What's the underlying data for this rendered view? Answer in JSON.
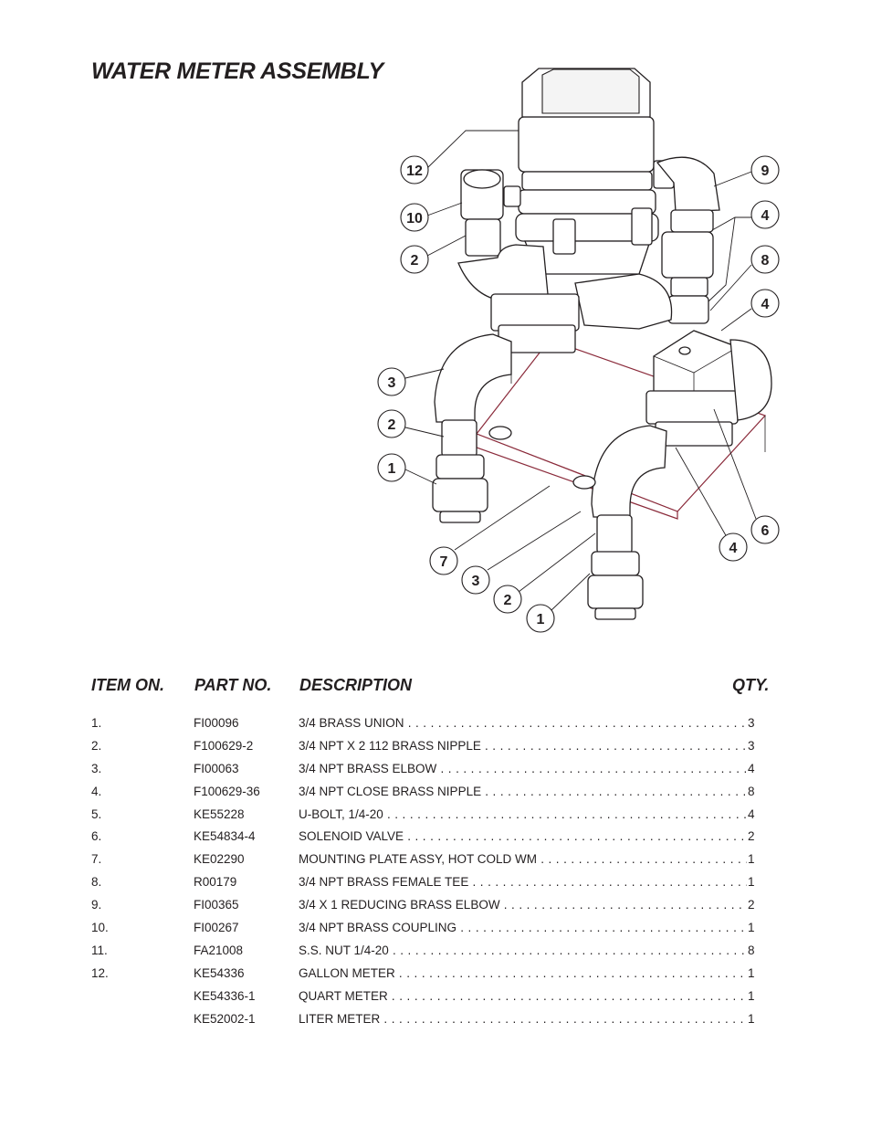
{
  "title": "WATER METER ASSEMBLY",
  "callouts": [
    "12",
    "10",
    "2",
    "9",
    "4",
    "8",
    "4",
    "3",
    "2",
    "1",
    "6",
    "4",
    "7",
    "3",
    "2",
    "1"
  ],
  "table": {
    "headers": {
      "item": "ITEM ON.",
      "part": "PART NO.",
      "description": "DESCRIPTION",
      "qty": "QTY."
    },
    "rows": [
      {
        "item": "1.",
        "part": "FI00096",
        "description": "3/4 BRASS UNION",
        "qty": "3"
      },
      {
        "item": "2.",
        "part": "F100629-2",
        "description": "3/4 NPT X 2 112 BRASS NIPPLE",
        "qty": "3"
      },
      {
        "item": "3.",
        "part": "FI00063",
        "description": "3/4 NPT BRASS ELBOW",
        "qty": "4"
      },
      {
        "item": "4.",
        "part": "F100629-36",
        "description": "3/4 NPT CLOSE BRASS NIPPLE",
        "qty": "8"
      },
      {
        "item": "5.",
        "part": "KE55228",
        "description": "U-BOLT, 1/4-20",
        "qty": "4"
      },
      {
        "item": "6.",
        "part": "KE54834-4",
        "description": "SOLENOID VALVE",
        "qty": "2"
      },
      {
        "item": "7.",
        "part": "KE02290",
        "description": "MOUNTING PLATE ASSY, HOT COLD WM",
        "qty": "1"
      },
      {
        "item": "8.",
        "part": "R00179",
        "description": "3/4 NPT BRASS FEMALE TEE",
        "qty": "1"
      },
      {
        "item": "9.",
        "part": "FI00365",
        "description": "3/4 X 1 REDUCING BRASS ELBOW",
        "qty": "2"
      },
      {
        "item": "10.",
        "part": "FI00267",
        "description": "3/4 NPT BRASS COUPLING",
        "qty": "1"
      },
      {
        "item": "11.",
        "part": "FA21008",
        "description": "S.S. NUT 1/4-20",
        "qty": "8"
      },
      {
        "item": "12.",
        "part": "KE54336",
        "description": "GALLON METER",
        "qty": "1"
      },
      {
        "item": "",
        "part": "KE54336-1",
        "description": "QUART METER",
        "qty": "1"
      },
      {
        "item": "",
        "part": "KE52002-1",
        "description": "LITER METER",
        "qty": "1"
      }
    ]
  }
}
